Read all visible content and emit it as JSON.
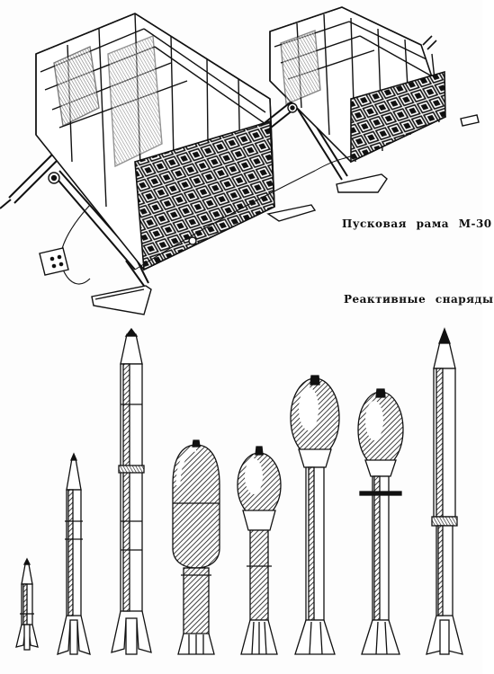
{
  "captions": {
    "launcher": "Пусковая рама М-30",
    "shells": "Реактивные снаряды"
  },
  "illustration": {
    "subject": "rocket launcher frames and rocket projectiles",
    "ink_color": "#111111",
    "paper_color": "#fdfdfd"
  }
}
